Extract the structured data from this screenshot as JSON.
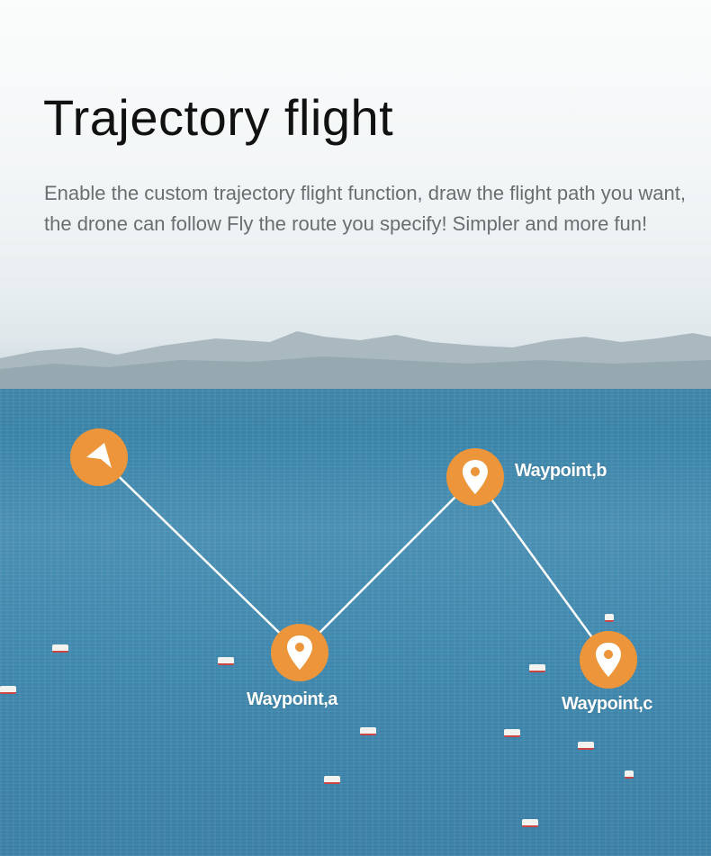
{
  "title": "Trajectory flight",
  "description": "Enable the custom trajectory flight function, draw the flight path you want, the drone can follow Fly the route you specify! Simpler and more fun!",
  "route": {
    "start_icon": "navigation-arrow-icon",
    "waypoint_icon": "map-pin-icon",
    "waypoints": [
      {
        "label": "Waypoint,a"
      },
      {
        "label": "Waypoint,b"
      },
      {
        "label": "Waypoint,c"
      }
    ]
  },
  "colors": {
    "marker": "#ed953a",
    "path": "#ffffff",
    "title": "#111111",
    "description": "#6b6e70"
  }
}
